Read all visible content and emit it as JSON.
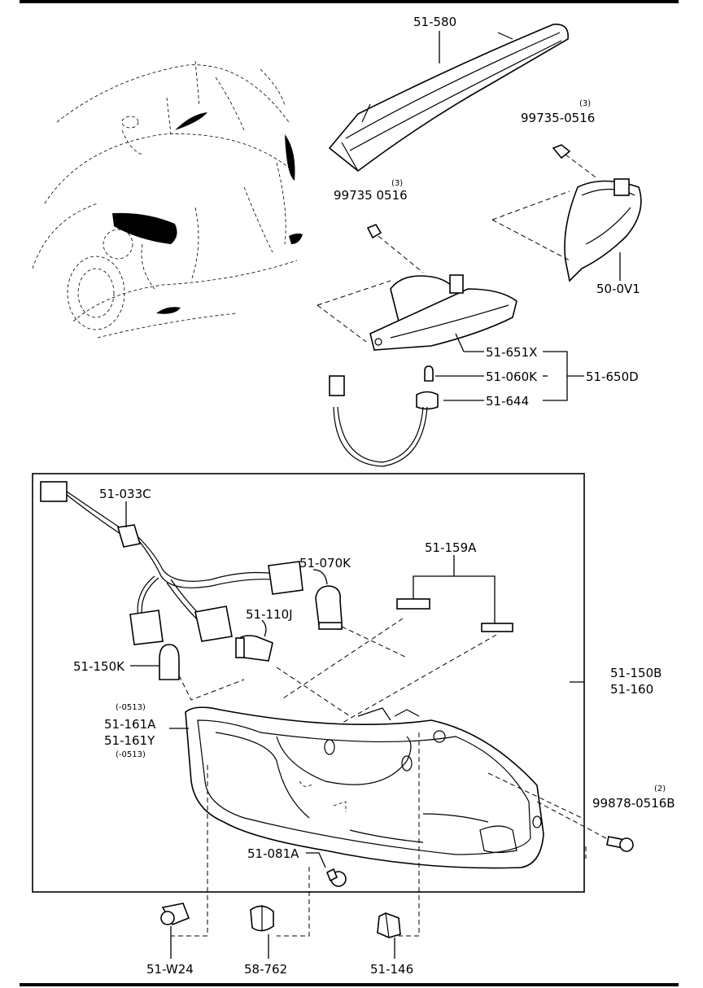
{
  "parts": {
    "p51_580": "51-580",
    "p99735_0516_a": "99735-0516",
    "p99735_0516_a_qty": "(3)",
    "p99735_0516_b": "99735 0516",
    "p99735_0516_b_qty": "(3)",
    "p50_0v1": "50-0V1",
    "p51_651x": "51-651X",
    "p51_060k": "51-060K",
    "p51_650d": "51-650D",
    "p51_644": "51-644",
    "p51_033c": "51-033C",
    "p51_159a": "51-159A",
    "p51_070k": "51-070K",
    "p51_110j": "51-110J",
    "p51_150k": "51-150K",
    "p51_150b": "51-150B",
    "p51_160": "51-160",
    "p51_161a_note_top": "(-0513)",
    "p51_161a": "51-161A",
    "p51_161y": "51-161Y",
    "p51_161y_note": "(-0513)",
    "p99878_0516b": "99878-0516B",
    "p99878_0516b_qty": "(2)",
    "p51_081a": "51-081A",
    "p51_w24": "51-W24",
    "p58_762": "58-762",
    "p51_146": "51-146"
  }
}
